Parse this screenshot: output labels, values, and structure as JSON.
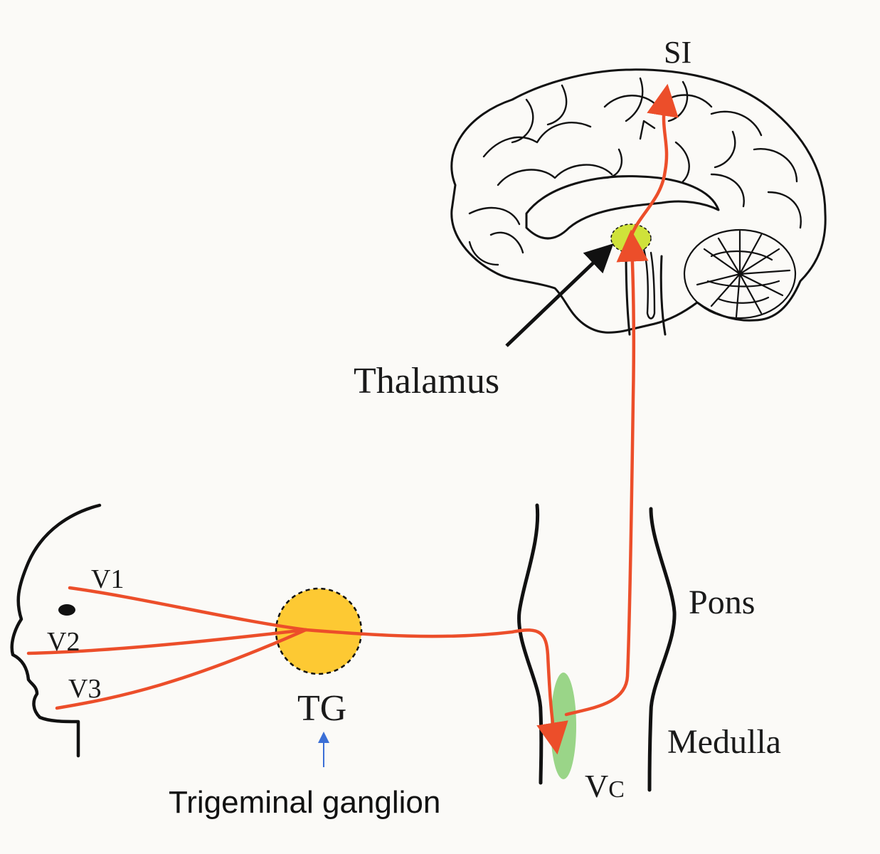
{
  "labels": {
    "si": "SI",
    "thalamus": "Thalamus",
    "pons": "Pons",
    "medulla": "Medulla",
    "vc_main": "V",
    "vc_sub": "C",
    "tg": "TG",
    "trigeminal_ganglion": "Trigeminal ganglion",
    "v1": "V1",
    "v2": "V2",
    "v3": "V3"
  },
  "colors": {
    "pathway": "#ec4e2a",
    "ganglion": "#fdc933",
    "thalamus_fill": "#cfe23a",
    "vc_fill": "#8fd07b",
    "pointer_arrow": "#111111",
    "tg_arrow": "#3b6fd6",
    "line": "#111111"
  }
}
